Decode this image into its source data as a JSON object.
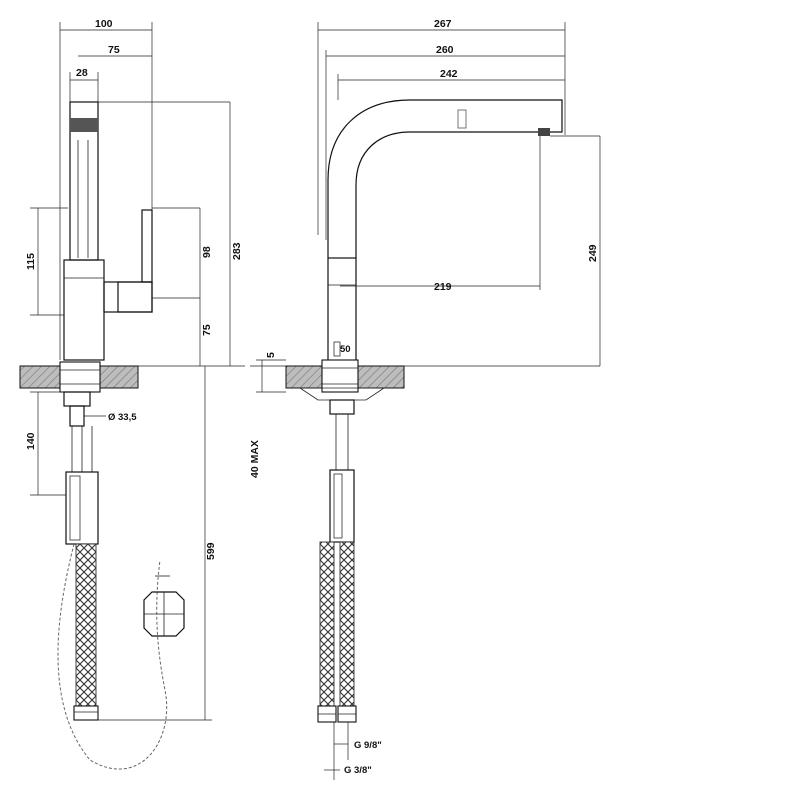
{
  "front_view": {
    "dims": {
      "width_total": "100",
      "width_lever": "75",
      "spout_width": "28",
      "lever_height": "115",
      "cartridge_height": "98",
      "total_height": "283",
      "body_height": "75",
      "shank_length": "140",
      "hole_diameter": "Ø 33,5",
      "hose_length": "599"
    }
  },
  "side_view": {
    "dims": {
      "reach_total": "267",
      "reach_260": "260",
      "reach_242": "242",
      "reach_219": "219",
      "spout_height": "249",
      "offset_5": "5",
      "base_50": "50",
      "deck_max": "40 MAX",
      "thread_1": "G 9/8\"",
      "thread_2": "G 3/8\""
    }
  }
}
